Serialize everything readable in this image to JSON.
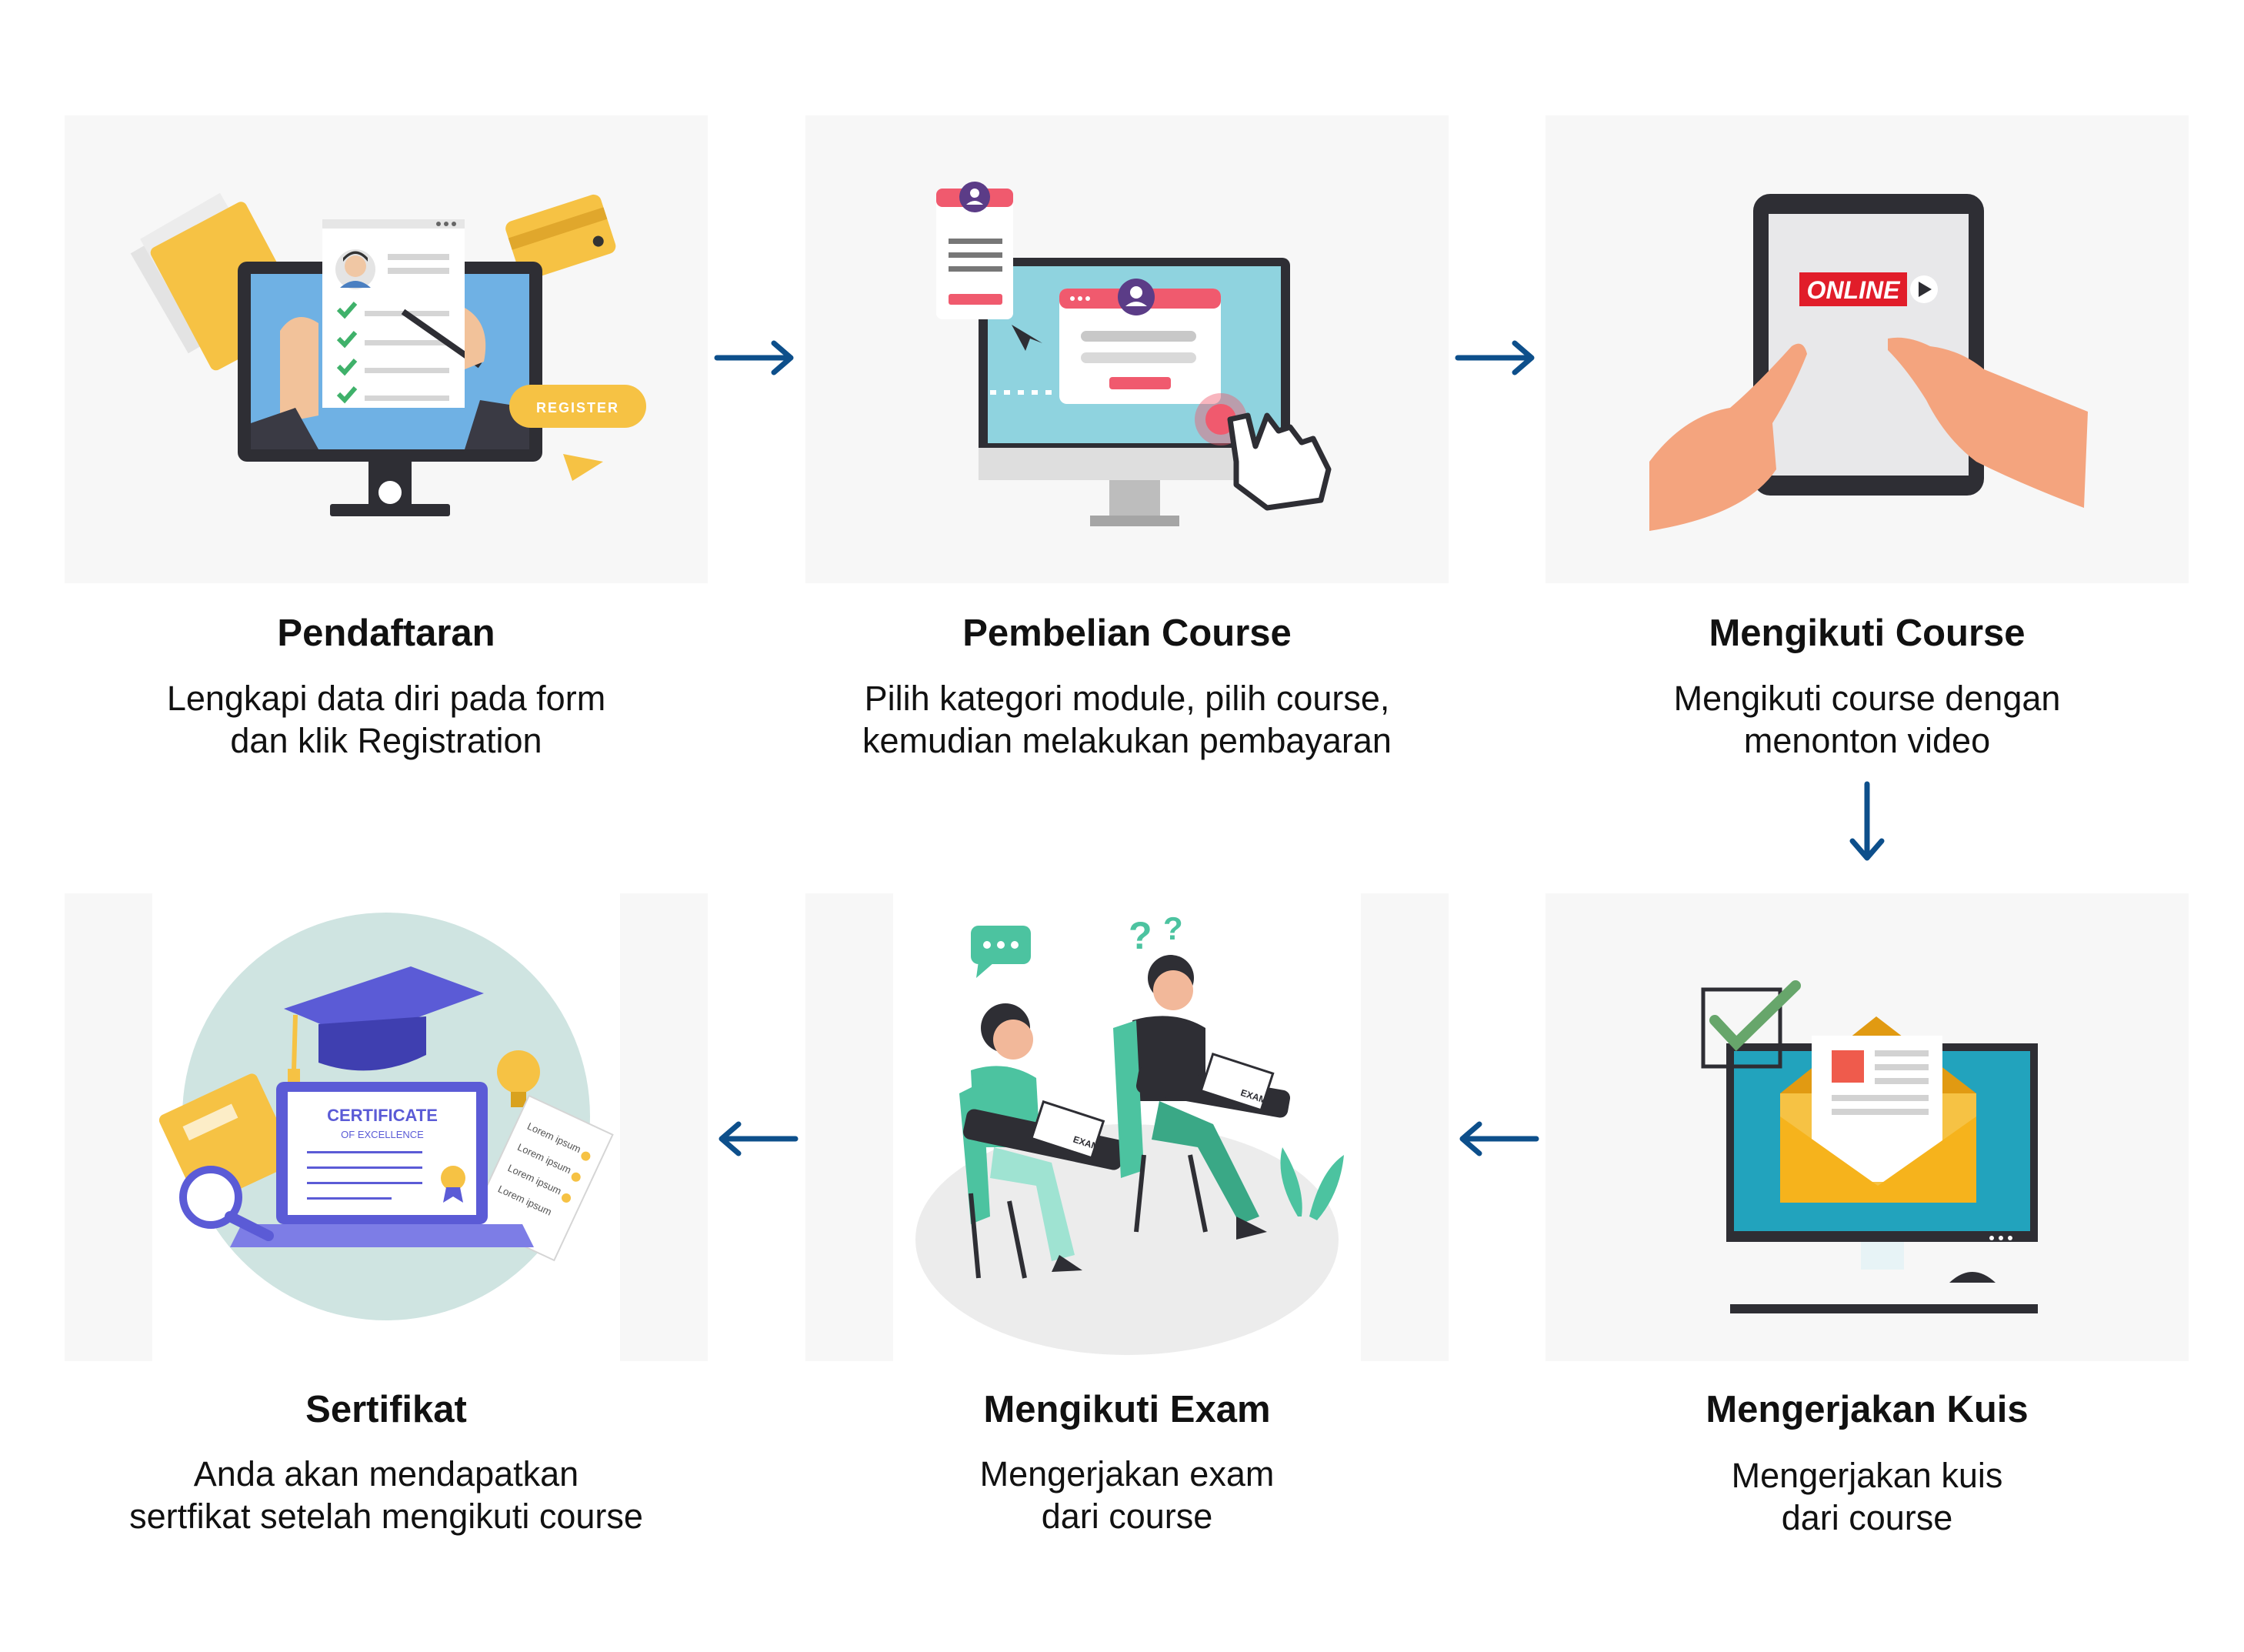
{
  "accent_color": "#0d4f8b",
  "steps": [
    {
      "title": "Pendaftaran",
      "desc_lines": [
        "Lengkapi data diri pada form",
        "dan klik Registration"
      ],
      "icon": "registration-monitor-icon",
      "badge": "REGISTER"
    },
    {
      "title": "Pembelian Course",
      "desc_lines": [
        "Pilih kategori module, pilih course,",
        "kemudian melakukan pembayaran"
      ],
      "icon": "purchase-monitor-icon"
    },
    {
      "title": "Mengikuti Course",
      "desc_lines": [
        "Mengikuti course dengan",
        "menonton video"
      ],
      "icon": "tablet-video-icon",
      "badge": "ONLINE"
    },
    {
      "title": "Mengerjakan Kuis",
      "desc_lines": [
        "Mengerjakan kuis",
        "dari course"
      ],
      "icon": "quiz-envelope-icon"
    },
    {
      "title": "Mengikuti Exam",
      "desc_lines": [
        "Mengerjakan exam",
        "dari course"
      ],
      "icon": "students-exam-icon",
      "paper_label": "EXAM"
    },
    {
      "title": "Sertifikat",
      "desc_lines": [
        "Anda akan mendapatkan",
        "sertfikat setelah mengikuti course"
      ],
      "icon": "certificate-laptop-icon",
      "cert_title": "CERTIFICATE",
      "cert_subtitle": "OF EXCELLENCE",
      "paper_lines": [
        "Lorem ipsum",
        "Lorem ipsum",
        "Lorem ipsum",
        "Lorem ipsum"
      ]
    }
  ],
  "arrows": [
    {
      "icon": "arrow-right-icon",
      "from": "Pendaftaran",
      "to": "Pembelian Course"
    },
    {
      "icon": "arrow-right-icon",
      "from": "Pembelian Course",
      "to": "Mengikuti Course"
    },
    {
      "icon": "arrow-down-icon",
      "from": "Mengikuti Course",
      "to": "Mengerjakan Kuis"
    },
    {
      "icon": "arrow-left-icon",
      "from": "Mengerjakan Kuis",
      "to": "Mengikuti Exam"
    },
    {
      "icon": "arrow-left-icon",
      "from": "Mengikuti Exam",
      "to": "Sertifikat"
    }
  ]
}
